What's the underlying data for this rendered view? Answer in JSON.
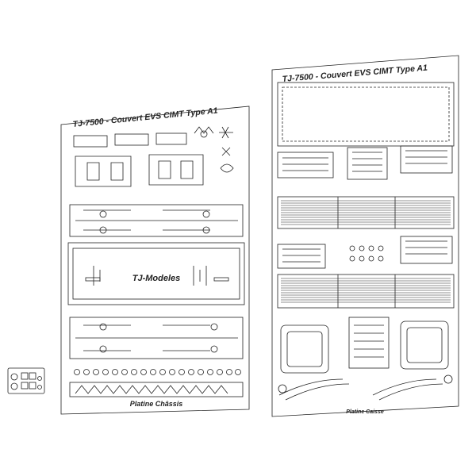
{
  "left_sheet": {
    "title": "TJ-7500 - Couvert EVS CIMT Type A1",
    "center_label": "TJ-Modeles",
    "footer_label": "Platine Châssis"
  },
  "right_sheet": {
    "title": "TJ-7500 - Couvert EVS CIMT Type A1",
    "footer_label": "Platine Caisse"
  },
  "colors": {
    "line": "#222222",
    "background": "#ffffff"
  }
}
